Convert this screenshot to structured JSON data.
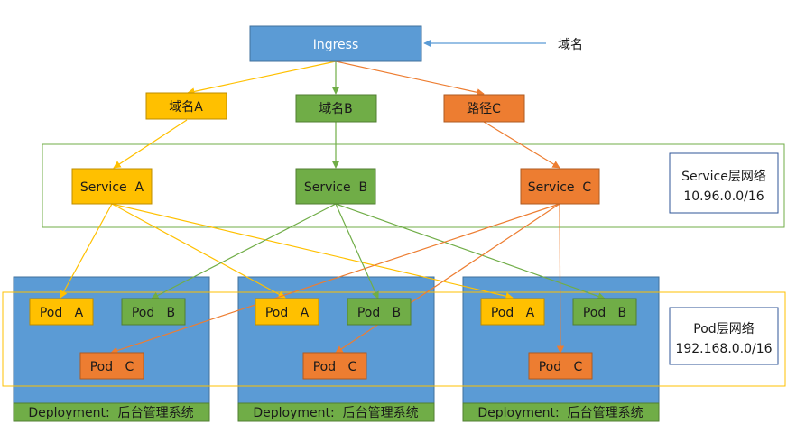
{
  "ingress": {
    "label": "Ingress"
  },
  "annotation": {
    "label": "域名"
  },
  "routes": {
    "a": {
      "label": "域名A"
    },
    "b": {
      "label": "域名B"
    },
    "c": {
      "label": "路径C"
    }
  },
  "services": {
    "a": {
      "label": "Service  A"
    },
    "b": {
      "label": "Service  B"
    },
    "c": {
      "label": "Service  C"
    }
  },
  "service_layer": {
    "line1": "Service层网络",
    "line2": "10.96.0.0/16"
  },
  "pod_layer": {
    "line1": "Pod层网络",
    "line2": "192.168.0.0/16"
  },
  "deployments": [
    {
      "label": "Deployment:  后台管理系统",
      "pods": {
        "a": "Pod   A",
        "b": "Pod   B",
        "c": "Pod   C"
      }
    },
    {
      "label": "Deployment:  后台管理系统",
      "pods": {
        "a": "Pod   A",
        "b": "Pod   B",
        "c": "Pod   C"
      }
    },
    {
      "label": "Deployment:  后台管理系统",
      "pods": {
        "a": "Pod   A",
        "b": "Pod   B",
        "c": "Pod   C"
      }
    }
  ],
  "colors": {
    "blue": "#5b9bd5",
    "blue_border": "#41719c",
    "yellow": "#ffc000",
    "yellow_border": "#bc8c00",
    "green": "#70ad47",
    "green_border": "#507e32",
    "orange": "#ed7d31",
    "orange_border": "#ae5a21",
    "dep_label_bg": "#70ad47",
    "layer_box_border": "#2f5597"
  }
}
